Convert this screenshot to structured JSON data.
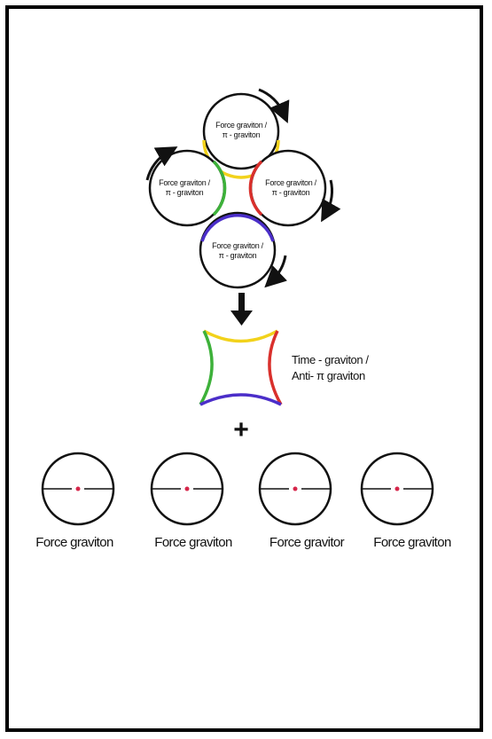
{
  "cluster": {
    "circles": [
      {
        "line1": "Force graviton /",
        "line2": "π - graviton",
        "accent": "#f2d21b"
      },
      {
        "line1": "Force graviton /",
        "line2": "π - graviton",
        "accent": "#3db13a"
      },
      {
        "line1": "Force graviton /",
        "line2": "π - graviton",
        "accent": "#d9302c"
      },
      {
        "line1": "Force graviton /",
        "line2": "π - graviton",
        "accent": "#4b2ec9"
      }
    ]
  },
  "result": {
    "line1": "Time - graviton /",
    "line2": "Anti- π graviton"
  },
  "plus_symbol": "+",
  "force_gravitons": [
    {
      "label": "Force graviton"
    },
    {
      "label": "Force graviton"
    },
    {
      "label": "Force gravitor"
    },
    {
      "label": "Force graviton"
    }
  ],
  "colors": {
    "yellow": "#f2d21b",
    "green": "#3db13a",
    "red": "#d9302c",
    "purple": "#4b2ec9",
    "center_dot": "#d6264a"
  },
  "icons": [
    "rotation-arrow-icon",
    "down-arrow-icon"
  ]
}
